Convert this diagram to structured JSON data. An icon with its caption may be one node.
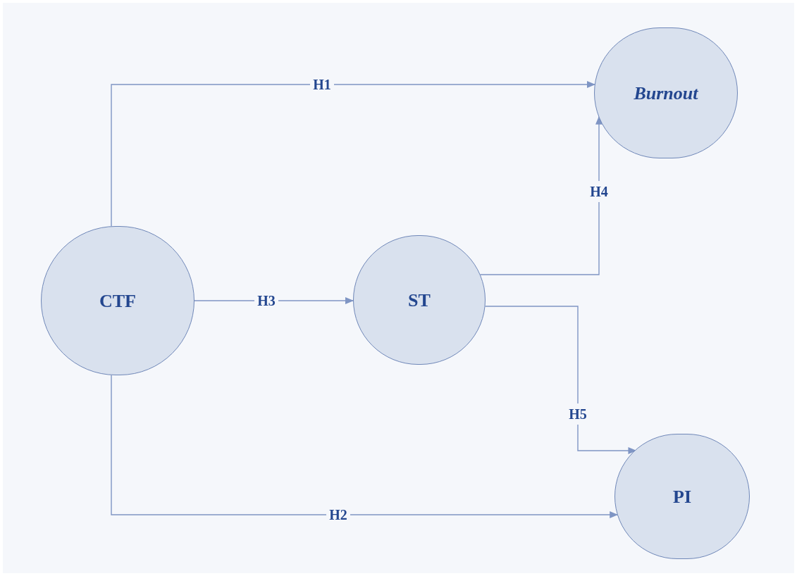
{
  "diagram": {
    "nodes": [
      {
        "text": [
          "Burnout"
        ]
      },
      {
        "text": [
          "CTF"
        ]
      },
      {
        "text": [
          "ST"
        ]
      },
      {
        "text": [
          "PI"
        ]
      }
    ],
    "edges": [
      {
        "from": 1,
        "to": 0,
        "arrow": "to",
        "label": "H1"
      },
      {
        "from": 1,
        "to": 3,
        "arrow": "to",
        "label": "H2"
      },
      {
        "from": 1,
        "to": 2,
        "arrow": "to",
        "label": "H3"
      },
      {
        "from": 2,
        "to": 0,
        "arrow": "to",
        "label": "H4"
      },
      {
        "from": 2,
        "to": 3,
        "arrow": "to",
        "label": "H5"
      }
    ]
  }
}
